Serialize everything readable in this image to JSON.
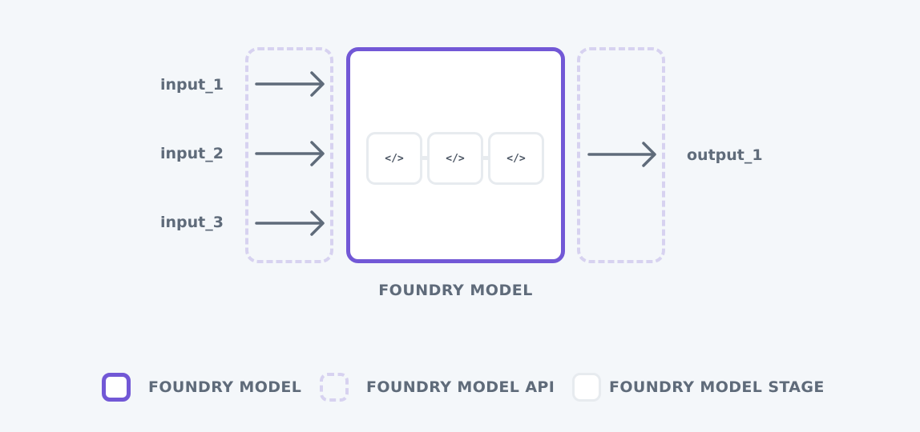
{
  "inputs": [
    {
      "label": "input_1"
    },
    {
      "label": "input_2"
    },
    {
      "label": "input_3"
    }
  ],
  "outputs": [
    {
      "label": "output_1"
    }
  ],
  "model": {
    "caption": "FOUNDRY MODEL",
    "stages": [
      {
        "icon": "code-icon",
        "glyph": "</>"
      },
      {
        "icon": "code-icon",
        "glyph": "</>"
      },
      {
        "icon": "code-icon",
        "glyph": "</>"
      }
    ]
  },
  "legend": [
    {
      "label": "FOUNDRY MODEL"
    },
    {
      "label": "FOUNDRY MODEL API"
    },
    {
      "label": "FOUNDRY MODEL STAGE"
    }
  ],
  "colors": {
    "background": "#f4f7fa",
    "model_border": "#7258d6",
    "api_border": "#d7d2f0",
    "stage_border": "#e7ebef",
    "arrow": "#5f6b7a",
    "text": "#5f6b7a"
  }
}
